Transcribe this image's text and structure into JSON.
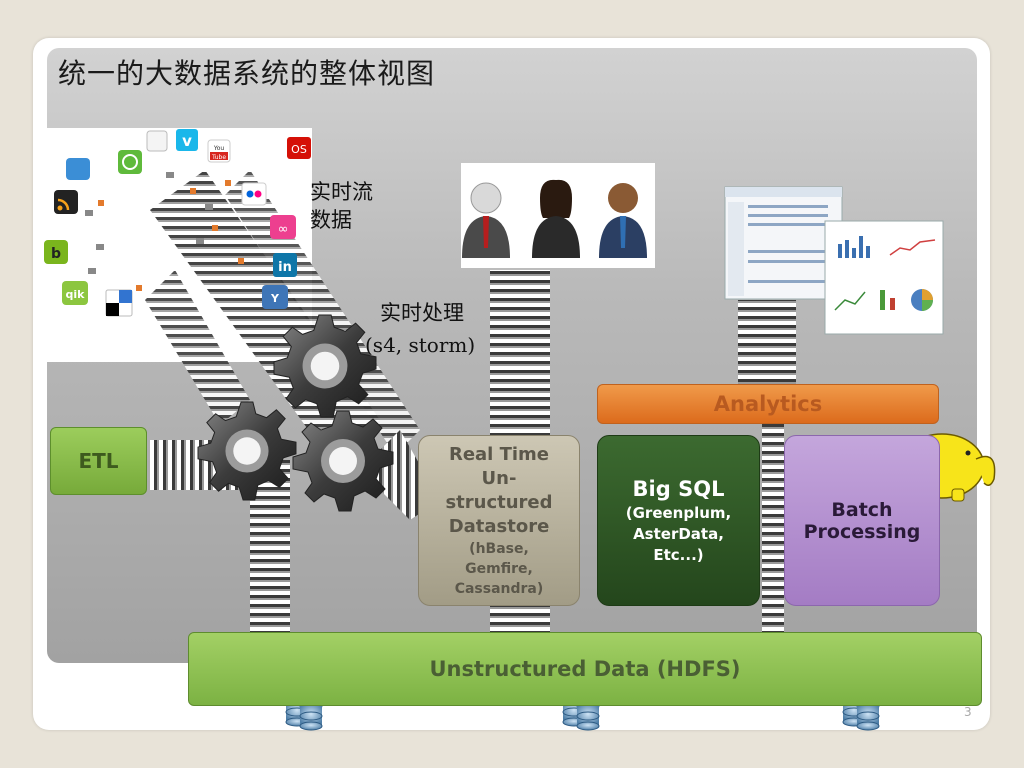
{
  "slide": {
    "title": "统一的大数据系统的整体视图",
    "page_number": "3"
  },
  "labels": {
    "stream_line1": "实时流",
    "stream_line2": "数据",
    "processing_line1": "实时处理",
    "processing_line2": "(s4, storm)"
  },
  "boxes": {
    "etl": "ETL",
    "hdfs": "Unstructured Data (HDFS)",
    "analytics": "Analytics",
    "realtime": {
      "line1": "Real Time",
      "line2": "Un-",
      "line3": "structured",
      "line4": "Datastore",
      "line5": "(hBase,",
      "line6": "Gemfire,",
      "line7": "Cassandra)"
    },
    "bigsql": {
      "line1": "Big SQL",
      "line2": "(Greenplum,",
      "line3": "AsterData,",
      "line4": "Etc...)"
    },
    "batch": {
      "line1": "Batch",
      "line2": "Processing"
    }
  },
  "social_icons": {
    "youtube_line1": "You",
    "youtube_line2": "Tube",
    "lastfm": "OS",
    "qik": "qik",
    "linkedin": "in",
    "vimeo": "v",
    "blip": "b",
    "yammer": "Y"
  },
  "colors": {
    "etl_green": "#88bd4a",
    "hdfs_green": "#8dc152",
    "analytics_orange": "#e67e2e",
    "realtime_tan": "#b8b29c",
    "bigsql_dark_green": "#2e5525",
    "batch_purple": "#b491d0",
    "hadoop_yellow": "#f7e41a"
  }
}
